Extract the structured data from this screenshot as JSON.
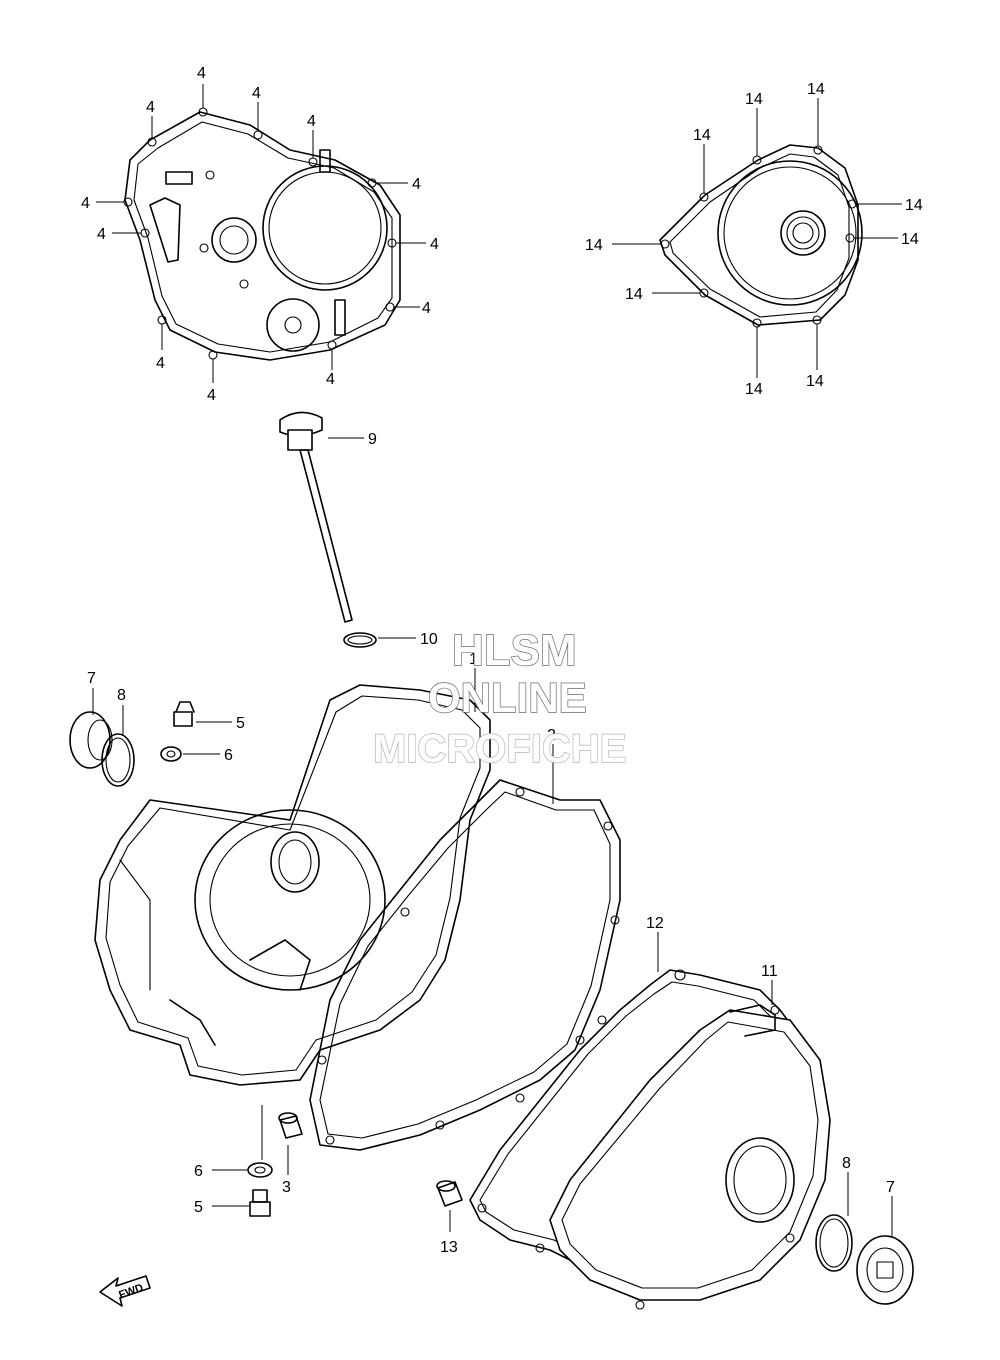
{
  "watermark": {
    "line1": "HLSM",
    "line2": "ONLINE",
    "line3": "MICROFICHE"
  },
  "direction_marker": "FWD",
  "callouts": {
    "c4": "4",
    "c14": "14",
    "c9": "9",
    "c10": "10",
    "c7": "7",
    "c8": "8",
    "c5": "5",
    "c6": "6",
    "c1": "1",
    "c2": "2",
    "c3": "3",
    "c11": "11",
    "c12": "12",
    "c13": "13"
  },
  "colors": {
    "line": "#000000",
    "background": "#ffffff",
    "watermark_outline": "#6b6b6b"
  }
}
